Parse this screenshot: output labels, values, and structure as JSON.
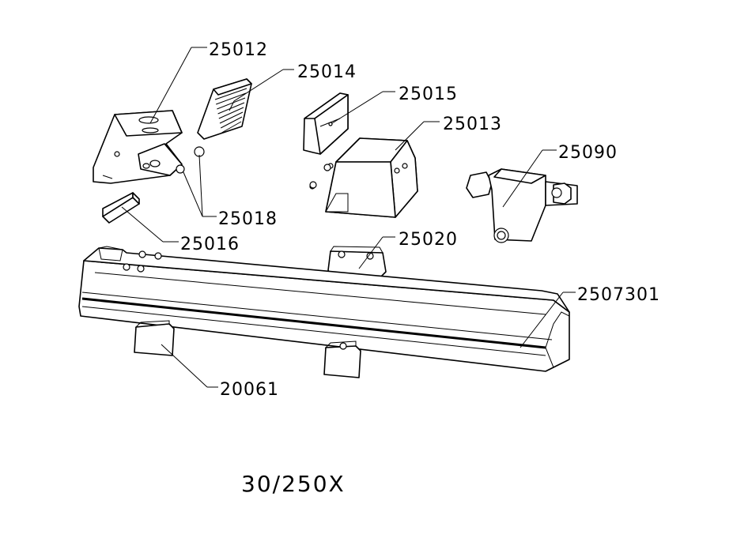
{
  "diagram": {
    "title": "30/250X",
    "callouts": {
      "p25012": "25012",
      "p25014": "25014",
      "p25015": "25015",
      "p25013": "25013",
      "p25090": "25090",
      "p25018": "25018",
      "p25016": "25016",
      "p25020": "25020",
      "p2507301": "2507301",
      "p20061": "20061"
    }
  }
}
